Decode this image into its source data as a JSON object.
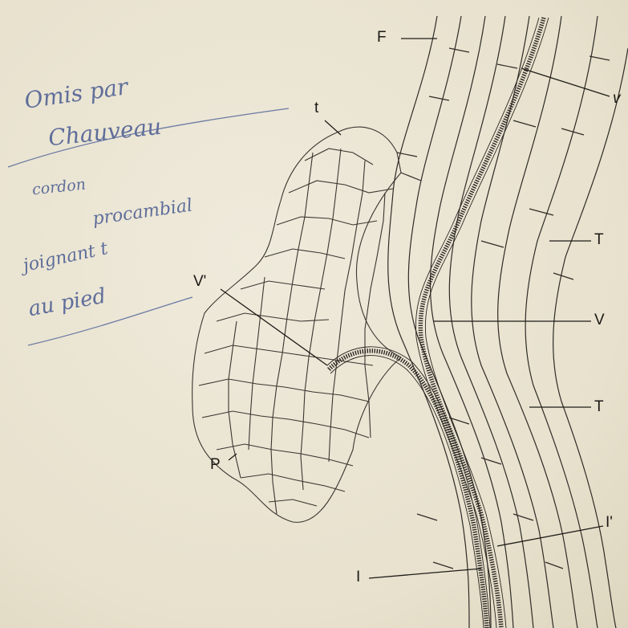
{
  "figure": {
    "labels": {
      "F": "F",
      "v_small": "v",
      "t": "t",
      "T_upper": "T",
      "V_prime": "V'",
      "V": "V",
      "T_lower": "T",
      "P": "P",
      "I_prime": "I'",
      "I": "I"
    },
    "annotation": {
      "line1": "Omis par",
      "line2": "Chauveau",
      "line3": "cordon",
      "line4": "procambial",
      "line5": "joignant t",
      "line6": "au pied"
    }
  },
  "colors": {
    "paper": "#e9e4d2",
    "ink": "#2f2b26",
    "pencil": "#5f6e9a"
  }
}
